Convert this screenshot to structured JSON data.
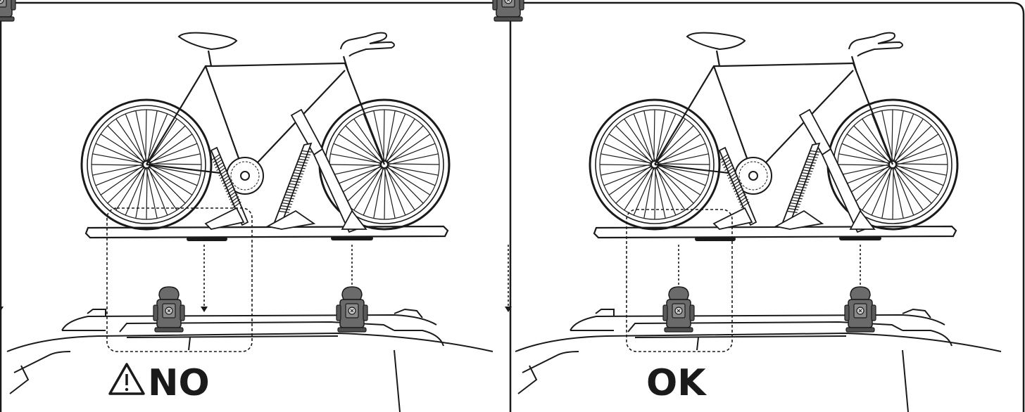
{
  "panels": [
    {
      "id": "left",
      "verdict": "NO",
      "warning": true
    },
    {
      "id": "right",
      "verdict": "OK",
      "warning": false
    }
  ],
  "colors": {
    "line": "#1a1a1a",
    "foot": "#5a5a5a",
    "background": "#ffffff"
  }
}
